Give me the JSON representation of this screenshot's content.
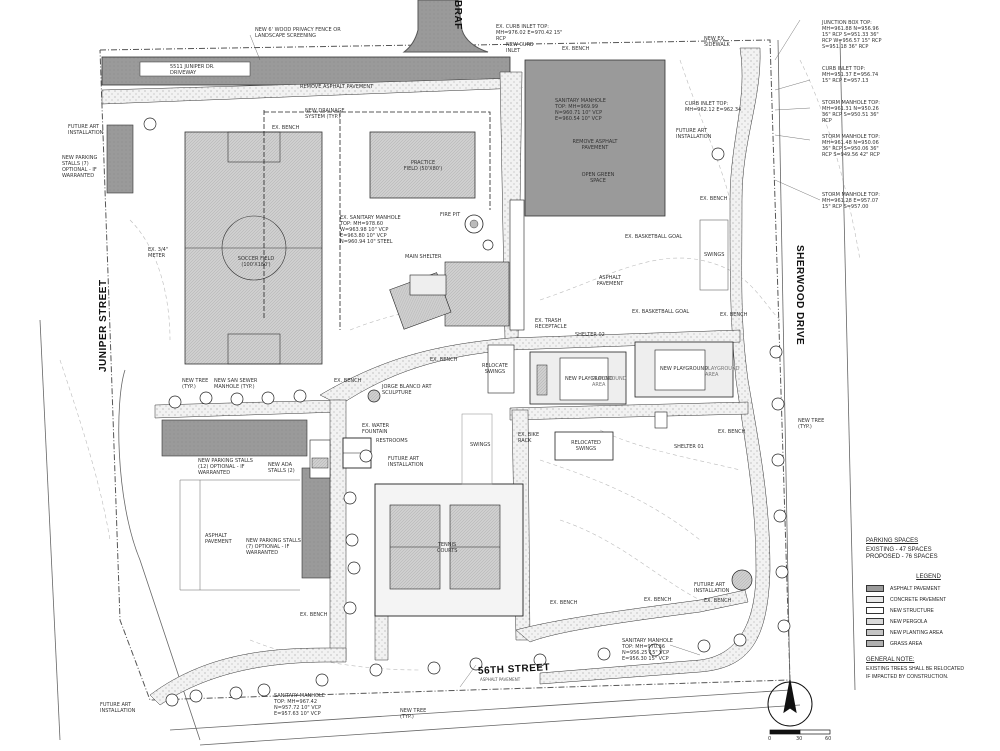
{
  "streets": {
    "juniper": "JUNIPER STREET",
    "sherwood": "SHERWOOD DRIVE",
    "fifty_sixth": "56TH STREET",
    "braf": "BRAF",
    "sub_asphalt": "ASPHALT PAVEMENT"
  },
  "labels": {
    "fence": "NEW 6' WOOD PRIVACY FENCE OR LANDSCAPE SCREENING",
    "driveway": "5511 JUNIPER DR. DRIVEWAY",
    "remove_asphalt_top": "REMOVE ASPHALT PAVEMENT",
    "new_drainage": "NEW DRAINAGE SYSTEM (TYP.)",
    "ex_bench_a": "EX. BENCH",
    "future_art_a": "FUTURE ART INSTALLATION",
    "new_parking_top": "NEW PARKING STALLS (7) OPTIONAL - IF WARRANTED",
    "soccer": "SOCCER FIELD (100'x180')",
    "practice": "PRACTICE FIELD (50'x80')",
    "ex_sanitary_a": "EX. SANITARY MANHOLE TOP: MH=978.60 W=963.98 10\" VCP E=963.80 10\" VCP N=960.94 10\" STEEL",
    "fire_pit": "FIRE PIT",
    "main_shelter": "MAIN SHELTER",
    "ex_meter": "EX. 3/4\" METER",
    "curb_inlet_top": "EX. CURB INLET TOP: MH=976.02 E=970.42 15\" RCP",
    "new_curb_inlet": "NEW CURB INLET",
    "ex_bench_b": "EX. BENCH",
    "new_sidewalk": "NEW EX. SIDEWALK",
    "sanitary_b": "SANITARY MANHOLE TOP: MH=969.99 N=960.71 10\" VCP E=960.54 10\" VCP",
    "remove_asphalt_mid": "REMOVE ASPHALT PAVEMENT",
    "open_green": "OPEN GREEN SPACE",
    "curb_inlet_right": "CURB INLET TOP: MH=962.12 E=962.34",
    "future_art_b": "FUTURE ART INSTALLATION",
    "ex_bench_c": "EX. BENCH",
    "ex_basketball_a": "EX. BASKETBALL GOAL",
    "ex_basketball_b": "EX. BASKETBALL GOAL",
    "asphalt_pavement_mid": "ASPHALT PAVEMENT",
    "swings_right": "SWINGS",
    "ex_trash": "EX. TRASH RECEPTACLE",
    "shelter_02": "SHELTER 02",
    "ex_bench_d": "EX. BENCH",
    "ex_bench_e": "EX. BENCH",
    "relocate": "RELOCATE SWINGS",
    "new_playground_a": "NEW PLAYGROUND",
    "playground_area": "PLAYGROUND AREA",
    "new_playground_b": "NEW PLAYGROUND",
    "playground_area_b": "PLAYGROUND AREA",
    "new_tree_a": "NEW TREE (TYP.)",
    "new_san_sewer": "NEW SAN SEWER MANHOLE (TYP.)",
    "ex_bench_f": "EX. BENCH",
    "jorge": "JORGE BLANCO ART SCULPTURE",
    "ex_water": "EX. WATER FOUNTAIN",
    "restrooms": "RESTROOMS",
    "future_art_c": "FUTURE ART INSTALLATION",
    "swings_mid": "SWINGS",
    "ex_bike": "EX. BIKE RACK",
    "relocated_swings": "RELOCATED SWINGS",
    "shelter_01": "SHELTER 01",
    "ex_bench_g": "EX. BENCH",
    "new_tree_b": "NEW TREE (TYP.)",
    "new_parking_left": "NEW PARKING STALLS (12) OPTIONAL - IF WARRANTED",
    "new_ada": "NEW ADA STALLS (2)",
    "asphalt_left": "ASPHALT PAVEMENT",
    "new_parking_left2": "NEW PARKING STALLS (7) OPTIONAL - IF WARRANTED",
    "tennis": "TENNIS COURTS",
    "ex_bench_h": "EX. BENCH",
    "ex_bench_i": "EX. BENCH",
    "ex_bench_j": "EX. BENCH",
    "ex_bench_k": "EX. BENCH",
    "future_art_d": "FUTURE ART INSTALLATION",
    "sanitary_c": "SANITARY MANHOLE TOP: MH=970.36 N=956.25 15\" VCP E=956.30 15\" VCP",
    "sanitary_d": "SANITARY MANHOLE TOP: MH=967.42 N=957.72 10\" VCP E=957.63 10\" VCP",
    "new_tree_c": "NEW TREE (TYP.)",
    "future_art_e": "FUTURE ART INSTALLATION",
    "junction_box": "JUNCTION BOX TOP: MH=961.88 N=956.96 15\" RCP S=951.33 36\" RCP W=956.57 15\" RCP S=951.18 36\" RCP",
    "curb_inlet_far": "CURB INLET TOP: MH=951.37 E=956.74 15\" RCP E=957.13",
    "storm_a": "STORM MANHOLE TOP: MH=961.31 N=950.26 36\" RCP S=950.51 36\" RCP",
    "storm_b": "STORM MANHOLE TOP: MH=961.48 N=950.06 36\" RCP S=950.06 36\" RCP S=949.56 42\" RCP",
    "storm_c": "STORM MANHOLE TOP: MH=961.28 E=957.07 15\" RCP S=957.00"
  },
  "parking": {
    "title": "PARKING SPACES",
    "existing": "EXISTING - 47 SPACES",
    "proposed": "PROPOSED - 76 SPACES"
  },
  "legend": {
    "title": "LEGEND",
    "items": [
      {
        "label": "ASPHALT PAVEMENT",
        "color": "#9a9a9a"
      },
      {
        "label": "CONCRETE PAVEMENT",
        "color": "#e8e8e8"
      },
      {
        "label": "NEW STRUCTURE",
        "color": "#ffffff"
      },
      {
        "label": "NEW PERGOLA",
        "color": "#d9d9d9"
      },
      {
        "label": "NEW PLANTING AREA",
        "color": "#c4c4c4"
      },
      {
        "label": "GRASS AREA",
        "color": "#b0b0b0"
      }
    ]
  },
  "general_note": {
    "title": "GENERAL NOTE:",
    "text1": "EXISTING TREES SHALL BE RELOCATED",
    "text2": "IF IMPACTED BY CONSTRUCTION."
  },
  "scale": {
    "s0": "0",
    "s1": "30",
    "s2": "60"
  }
}
